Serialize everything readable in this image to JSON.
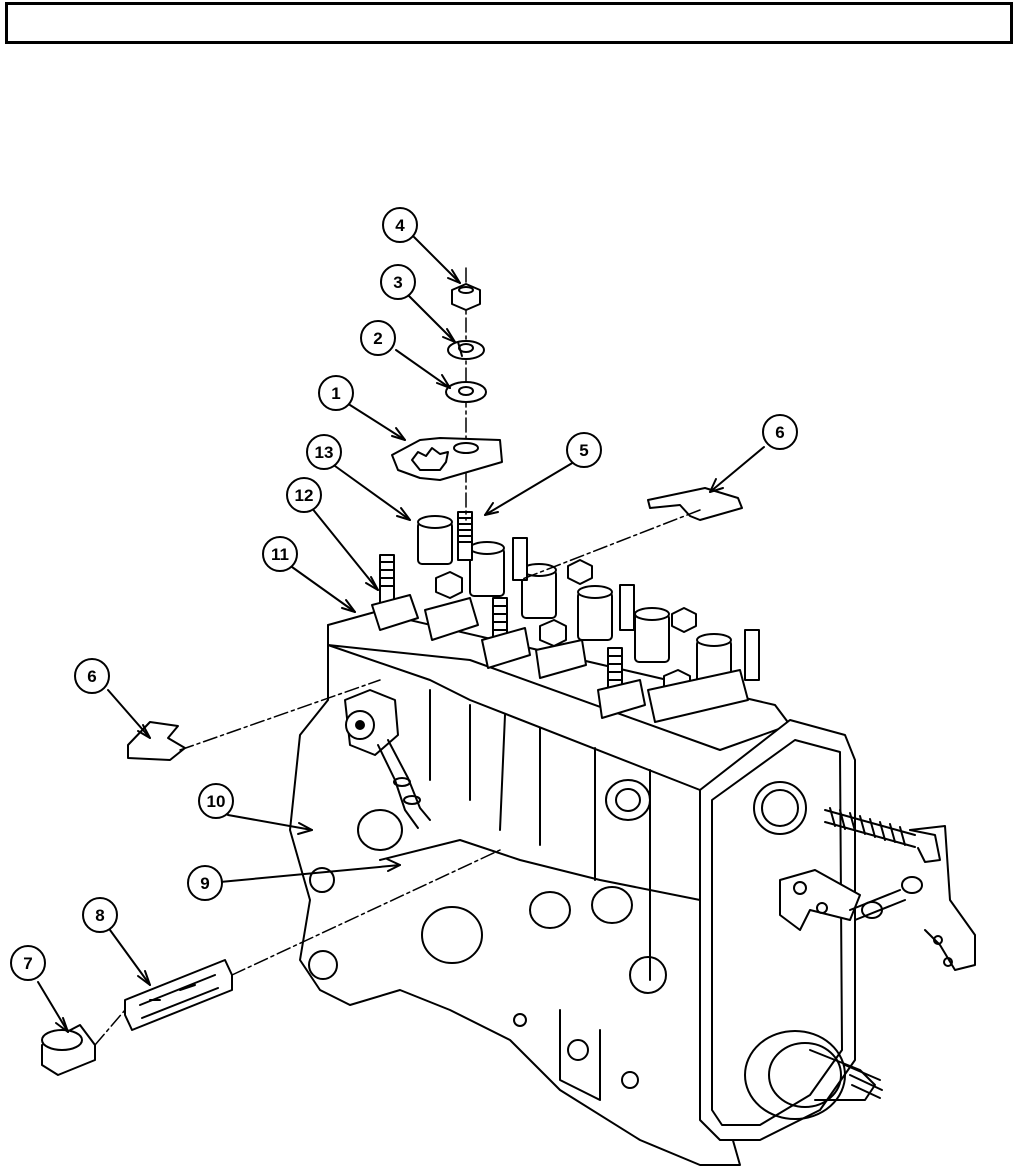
{
  "header": {
    "title": ""
  },
  "callouts": [
    {
      "id": "c1",
      "label": "1"
    },
    {
      "id": "c2",
      "label": "2"
    },
    {
      "id": "c3",
      "label": "3"
    },
    {
      "id": "c4",
      "label": "4"
    },
    {
      "id": "c5",
      "label": "5"
    },
    {
      "id": "c6a",
      "label": "6"
    },
    {
      "id": "c6b",
      "label": "6"
    },
    {
      "id": "c7",
      "label": "7"
    },
    {
      "id": "c8",
      "label": "8"
    },
    {
      "id": "c9",
      "label": "9"
    },
    {
      "id": "c10",
      "label": "10"
    },
    {
      "id": "c11",
      "label": "11"
    },
    {
      "id": "c12",
      "label": "12"
    },
    {
      "id": "c13",
      "label": "13"
    }
  ]
}
